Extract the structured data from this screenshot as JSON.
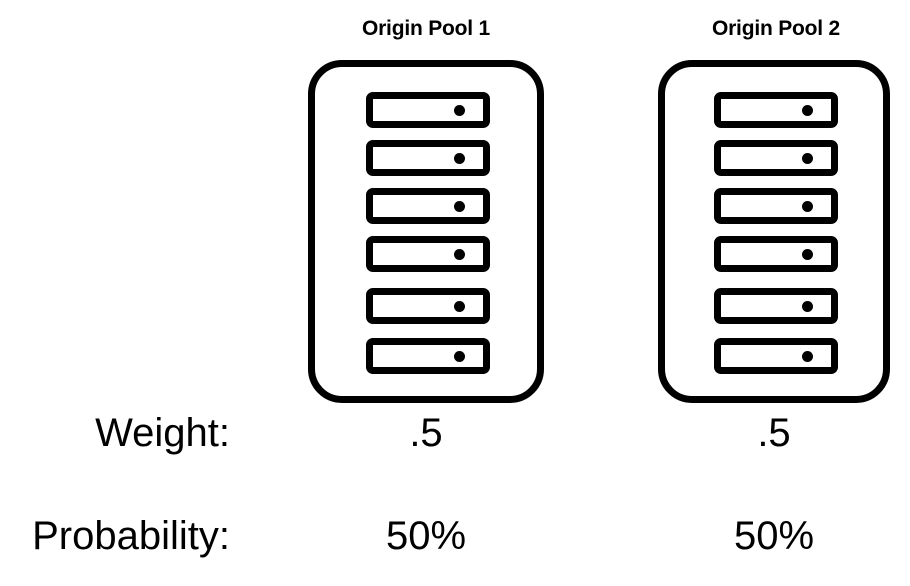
{
  "diagram": {
    "title_text": "",
    "background_color": "#ffffff",
    "stroke_color": "#000000",
    "pools": [
      {
        "id": "origin-pool-1",
        "title": "Origin Pool 1",
        "server_count": 6,
        "servers": [
          {
            "label": "server-1",
            "led": "status-led"
          },
          {
            "label": "server-2",
            "led": "status-led"
          },
          {
            "label": "server-3",
            "led": "status-led"
          },
          {
            "label": "server-4",
            "led": "status-led"
          },
          {
            "label": "server-5",
            "led": "status-led"
          },
          {
            "label": "server-6",
            "led": "status-led"
          }
        ],
        "weight": ".5",
        "probability": "50%"
      },
      {
        "id": "origin-pool-2",
        "title": "Origin Pool 2",
        "server_count": 6,
        "servers": [
          {
            "label": "server-1",
            "led": "status-led"
          },
          {
            "label": "server-2",
            "led": "status-led"
          },
          {
            "label": "server-3",
            "led": "status-led"
          },
          {
            "label": "server-4",
            "led": "status-led"
          },
          {
            "label": "server-5",
            "led": "status-led"
          },
          {
            "label": "server-6",
            "led": "status-led"
          }
        ],
        "weight": ".5",
        "probability": "50%"
      }
    ],
    "rows": {
      "weight_label": "Weight:",
      "probability_label": "Probability:"
    }
  }
}
